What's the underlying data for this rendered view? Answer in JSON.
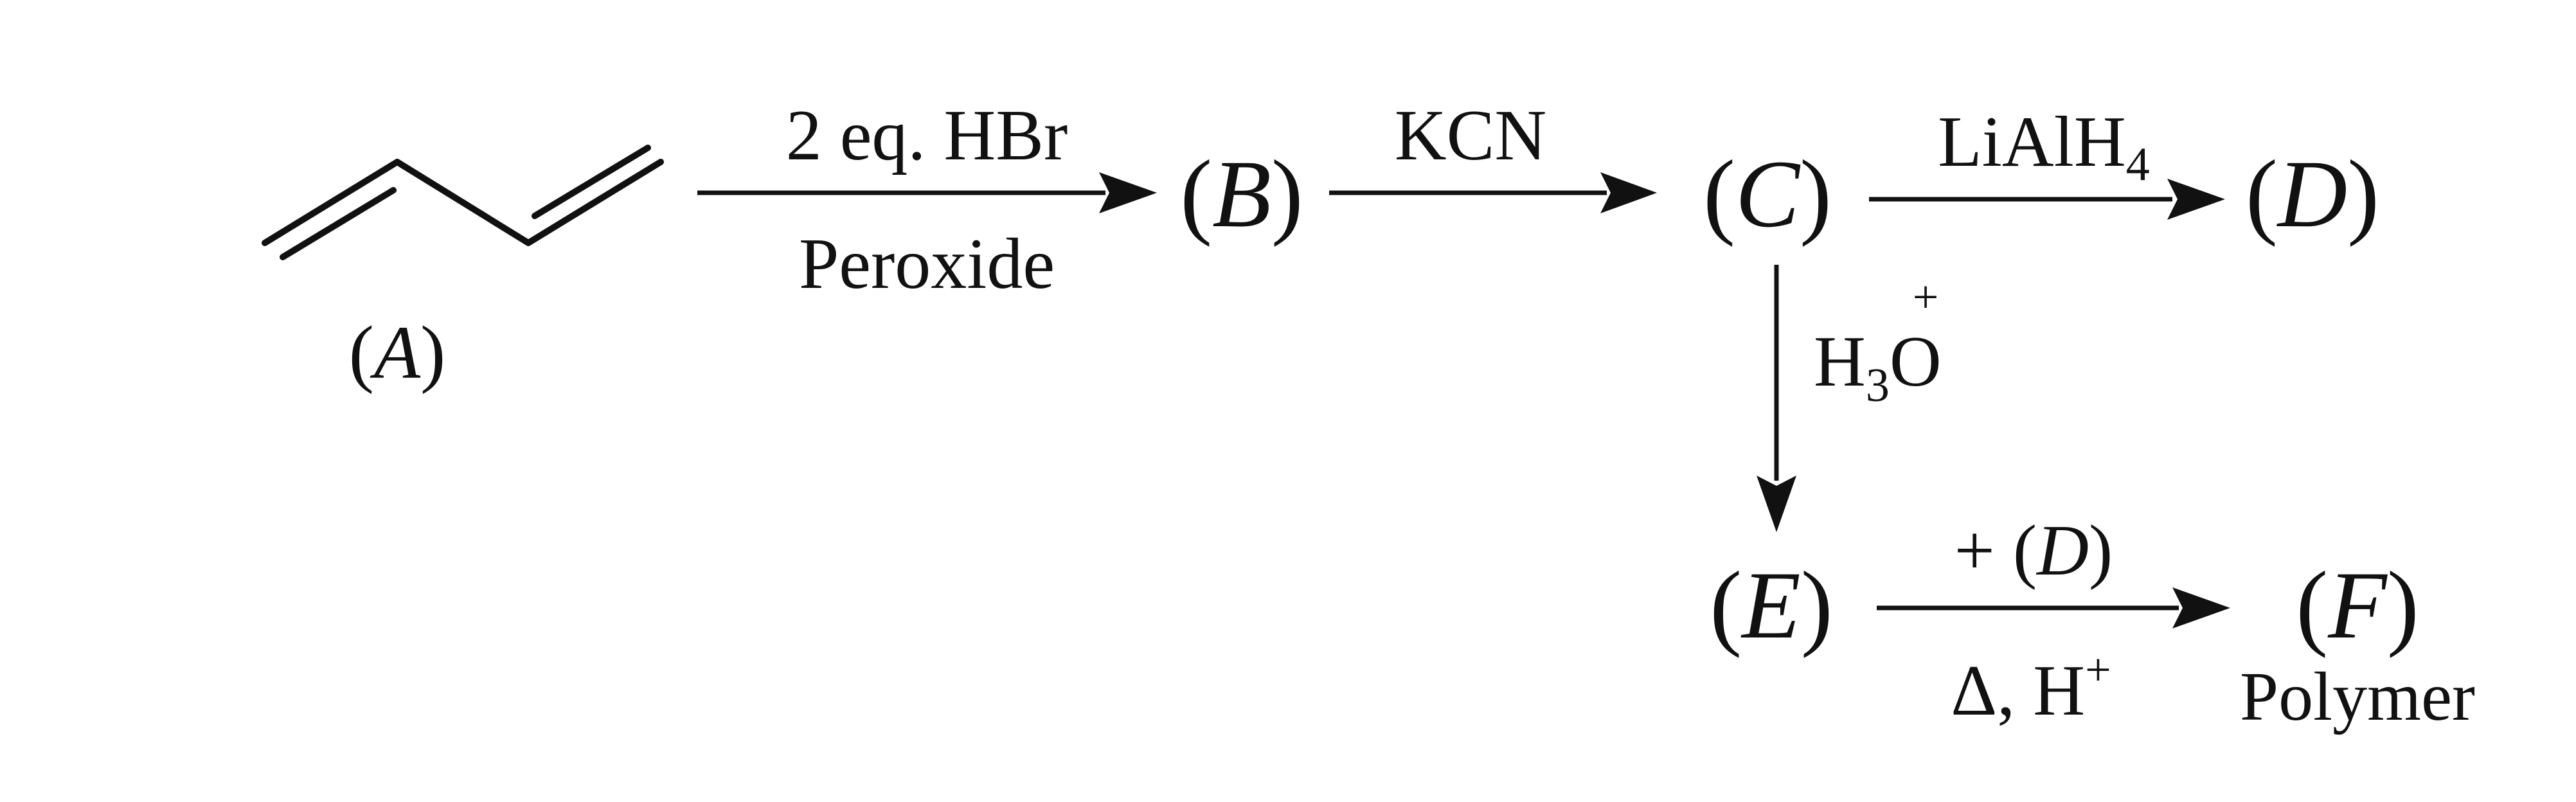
{
  "compounds": {
    "A": {
      "label": "A"
    },
    "B": {
      "label": "B"
    },
    "C": {
      "label": "C"
    },
    "D": {
      "label": "D"
    },
    "E": {
      "label": "E"
    },
    "F": {
      "label": "F",
      "caption": "Polymer"
    }
  },
  "reactions": {
    "a_to_b": {
      "above": "2 eq. HBr",
      "below": "Peroxide"
    },
    "b_to_c": {
      "above": "KCN"
    },
    "c_to_d": {
      "reagent_base": "LiAlH",
      "reagent_subscript": "4"
    },
    "c_to_e": {
      "reagent_prefix": "H",
      "reagent_subscript": "3",
      "reagent_base": "O",
      "reagent_superscript": "+"
    },
    "e_to_f": {
      "above_prefix": "+ (",
      "above_label": "D",
      "above_suffix": ")",
      "below_text": "Δ, H",
      "below_superscript": "+"
    }
  },
  "structure": {
    "compound_A": "buta-1,3-diene (skeletal formula)"
  }
}
